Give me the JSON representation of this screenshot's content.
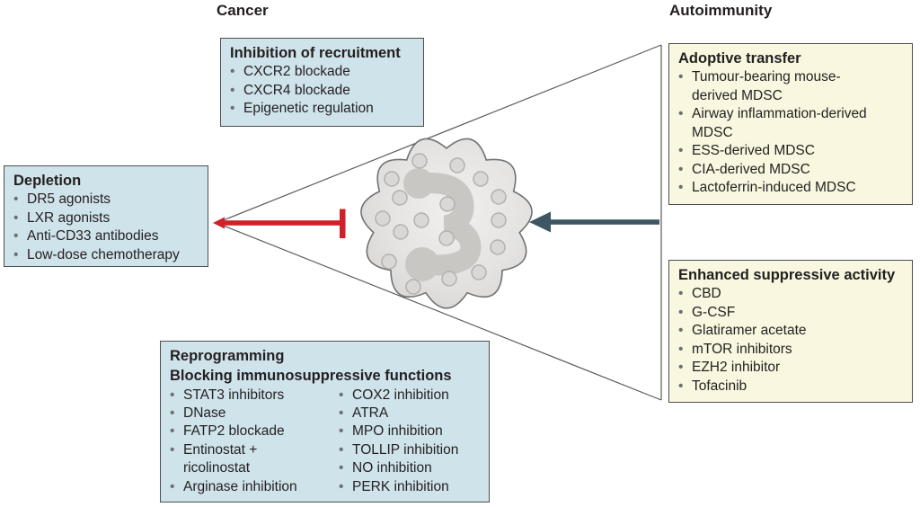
{
  "section_labels": {
    "cancer": "Cancer",
    "autoimmunity": "Autoimmunity"
  },
  "boxes": {
    "inhibition_of_recruitment": {
      "title": "Inhibition of recruitment",
      "items": [
        "CXCR2 blockade",
        "CXCR4 blockade",
        "Epigenetic regulation"
      ]
    },
    "depletion": {
      "title": "Depletion",
      "items": [
        "DR5 agonists",
        "LXR agonists",
        "Anti-CD33 antibodies",
        "Low-dose chemotherapy"
      ]
    },
    "adoptive_transfer": {
      "title": "Adoptive transfer",
      "items": [
        "Tumour-bearing mouse-\nderived MDSC",
        "Airway inflammation-derived\nMDSC",
        "ESS-derived MDSC",
        "CIA-derived MDSC",
        "Lactoferrin-induced MDSC"
      ]
    },
    "enhanced_suppressive_activity": {
      "title": "Enhanced suppressive activity",
      "items": [
        "CBD",
        "G-CSF",
        "Glatiramer acetate",
        "mTOR inhibitors",
        "EZH2 inhibitor",
        "Tofacinib"
      ]
    },
    "reprogramming": {
      "title": "Reprogramming",
      "subtitle": "Blocking immunosuppressive functions",
      "items_left": [
        "STAT3 inhibitors",
        "DNase",
        "FATP2 blockade",
        "Entinostat +\nricolinostat",
        "Arginase inhibition"
      ],
      "items_right": [
        "COX2 inhibition",
        "ATRA",
        "MPO inhibition",
        "TOLLIP inhibition",
        "NO inhibition",
        "PERK inhibition"
      ]
    }
  },
  "icons": {
    "bullet": "•",
    "inhibition_arrow": "t-bar-inhibition-arrow",
    "transfer_arrow": "left-arrow",
    "cell": "mdsc-cell"
  },
  "colors": {
    "box_blue": "#cfe3ea",
    "box_yellow": "#f9f7df",
    "box_border": "#4d4e50",
    "text": "#231f20",
    "bullet": "#6d6e71",
    "inhibit_red": "#d0202a",
    "arrow_slate": "#3e5663",
    "funnel_line": "#5a5b5d"
  }
}
